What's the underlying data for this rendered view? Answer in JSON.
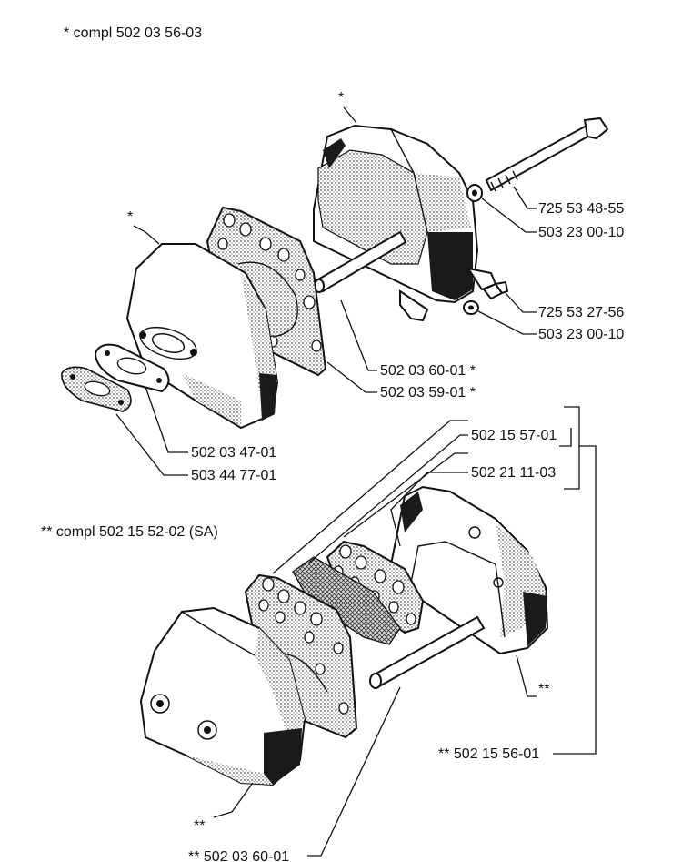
{
  "header": {
    "assembly_1": "*  compl 502 03 56-03",
    "assembly_2": "**  compl 502 15 52-02 (SA)"
  },
  "markers": {
    "single": "*",
    "double": "**"
  },
  "labels": {
    "bolt": "725 53 48-55",
    "washer_top": "503 23 00-10",
    "screw": "725 53 27-56",
    "washer_bottom": "503 23 00-10",
    "spacer_top": "502 03 60-01  *",
    "gasket_top": "502 03 59-01  *",
    "gasket_small": "502 03 47-01",
    "gasket_outer": "503 44 77-01",
    "screen": "502 15 57-01",
    "plate": "502 21 11-03",
    "housing_sa": "**  502 15 56-01",
    "spacer_bottom": "** 502 03 60-01"
  },
  "colors": {
    "line": "#111111",
    "shade": "#cfcfcf",
    "dark": "#1a1a1a",
    "paper": "#ffffff"
  }
}
